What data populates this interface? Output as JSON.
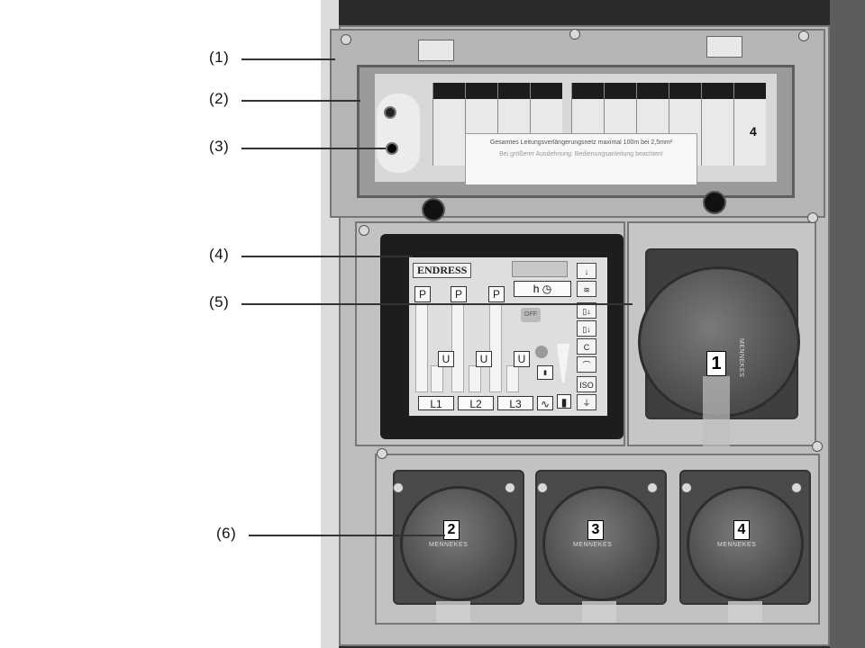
{
  "callouts": [
    {
      "label": "(1)"
    },
    {
      "label": "(2)"
    },
    {
      "label": "(3)"
    },
    {
      "label": "(4)"
    },
    {
      "label": "(5)"
    },
    {
      "label": "(6)"
    }
  ],
  "breaker_sign": {
    "line1": "Gesamtes Leitungsverlängerungsnetz maximal 100m bei 2,5mm²",
    "line2": "Bei größerer Ausdehnung: Bedienungsanleitung beachten!"
  },
  "breaker_number": "4",
  "control_panel": {
    "logo": "ENDRESS",
    "hour_label": "h",
    "off_label": "OFF",
    "p_labels": [
      "P",
      "P",
      "P"
    ],
    "u_labels": [
      "U",
      "U",
      "U"
    ],
    "phase_labels": [
      "L1",
      "L2",
      "L3"
    ],
    "wave_symbol": "∿",
    "side_keys": [
      "↓",
      "≋",
      "▯↓",
      "▯↓",
      "C",
      "⌒",
      "ISO",
      "⏚"
    ]
  },
  "sockets": [
    {
      "number": "1",
      "brand": "MENNEKES"
    },
    {
      "number": "2",
      "brand": "MENNEKES"
    },
    {
      "number": "3",
      "brand": "MENNEKES"
    },
    {
      "number": "4",
      "brand": "MENNEKES"
    }
  ]
}
